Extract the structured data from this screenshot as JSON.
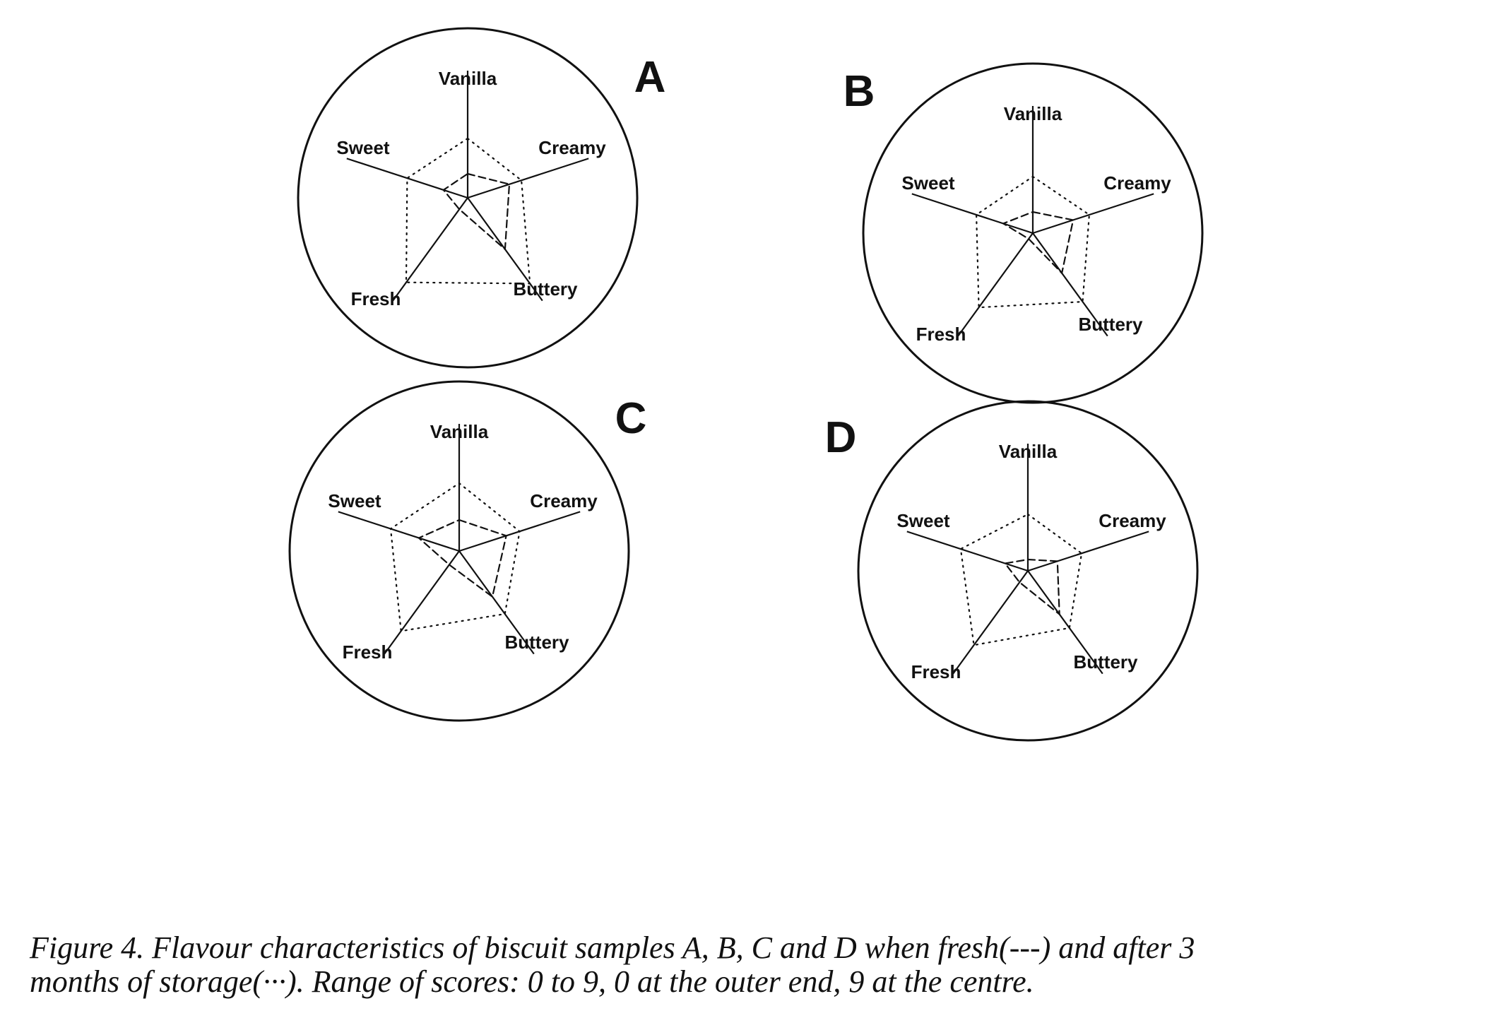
{
  "caption": {
    "line1": "Figure 4. Flavour characteristics of biscuit samples A, B, C and D when fresh(---) and after 3",
    "line2": "months of storage(···). Range of scores: 0 to 9, 0 at the outer end, 9 at the centre."
  },
  "chart_data": [
    {
      "type": "radar",
      "panel": "A",
      "axes": [
        "Vanilla",
        "Creamy",
        "Buttery",
        "Fresh",
        "Sweet"
      ],
      "range": [
        0,
        9
      ],
      "scale_note": "0 at the outer end, 9 at the centre",
      "series": [
        {
          "style": "dashed",
          "values": [
            7.3,
            5.9,
            4.5,
            8.0,
            7.2
          ]
        },
        {
          "style": "dotted",
          "values": [
            4.8,
            5.0,
            1.5,
            1.6,
            4.5
          ]
        }
      ]
    },
    {
      "type": "radar",
      "panel": "B",
      "axes": [
        "Vanilla",
        "Creamy",
        "Buttery",
        "Fresh",
        "Sweet"
      ],
      "range": [
        0,
        9
      ],
      "scale_note": "0 at the outer end, 9 at the centre",
      "series": [
        {
          "style": "dashed",
          "values": [
            7.5,
            6.0,
            5.5,
            8.5,
            6.8
          ]
        },
        {
          "style": "dotted",
          "values": [
            5.0,
            4.8,
            3.0,
            2.5,
            4.8
          ]
        }
      ]
    },
    {
      "type": "radar",
      "panel": "C",
      "axes": [
        "Vanilla",
        "Creamy",
        "Buttery",
        "Fresh",
        "Sweet"
      ],
      "range": [
        0,
        9
      ],
      "scale_note": "0 at the outer end, 9 at the centre",
      "series": [
        {
          "style": "dashed",
          "values": [
            6.8,
            5.5,
            5.0,
            7.8,
            6.0
          ]
        },
        {
          "style": "dotted",
          "values": [
            4.2,
            4.5,
            3.5,
            2.0,
            3.9
          ]
        }
      ]
    },
    {
      "type": "radar",
      "panel": "D",
      "axes": [
        "Vanilla",
        "Creamy",
        "Buttery",
        "Fresh",
        "Sweet"
      ],
      "range": [
        0,
        9
      ],
      "scale_note": "0 at the outer end, 9 at the centre",
      "series": [
        {
          "style": "dashed",
          "values": [
            8.2,
            6.8,
            5.2,
            8.0,
            7.3
          ]
        },
        {
          "style": "dotted",
          "values": [
            5.0,
            5.0,
            4.0,
            2.5,
            4.0
          ]
        }
      ]
    }
  ]
}
